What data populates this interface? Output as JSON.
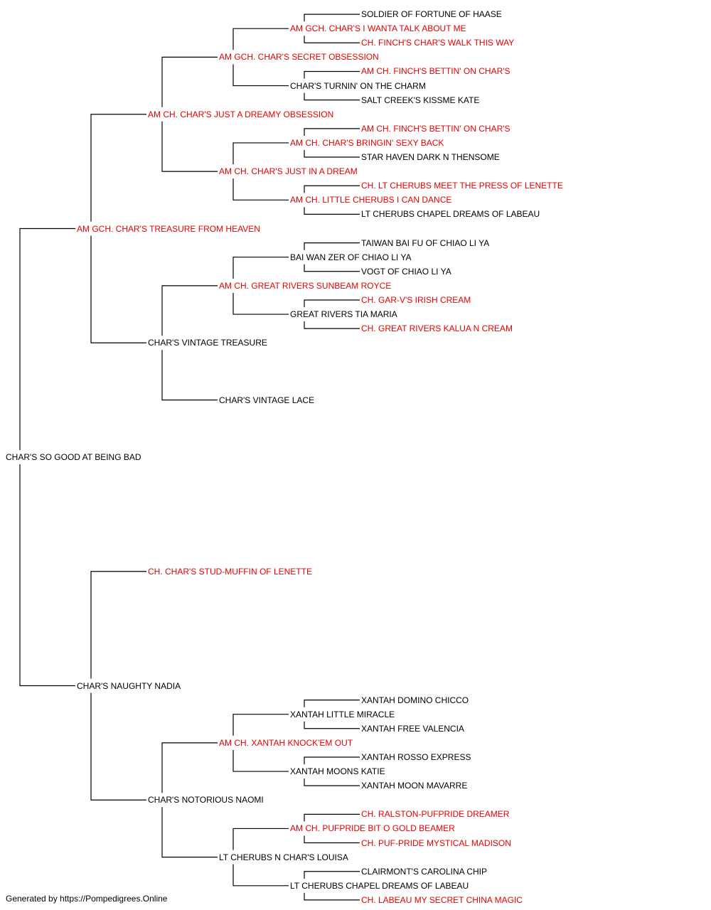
{
  "colors": {
    "champion": "#e60000",
    "normal": "#000000",
    "line": "#000000"
  },
  "pedigree": {
    "name": "CHAR'S SO GOOD AT BEING BAD",
    "champion": false,
    "sire": {
      "name": "AM GCH. CHAR'S TREASURE FROM HEAVEN",
      "champion": true,
      "sire": {
        "name": "AM CH. CHAR'S JUST A DREAMY OBSESSION",
        "champion": true,
        "sire": {
          "name": "AM GCH. CHAR'S SECRET OBSESSION",
          "champion": true,
          "sire": {
            "name": "AM GCH. CHAR'S I WANTA TALK ABOUT ME",
            "champion": true,
            "sire": {
              "name": "SOLDIER OF FORTUNE OF HAASE",
              "champion": false
            },
            "dam": {
              "name": "CH. FINCH'S CHAR'S WALK THIS WAY",
              "champion": true
            }
          },
          "dam": {
            "name": "CHAR'S TURNIN' ON THE CHARM",
            "champion": false,
            "sire": {
              "name": "AM CH. FINCH'S BETTIN' ON CHAR'S",
              "champion": true
            },
            "dam": {
              "name": "SALT CREEK'S KISSME KATE",
              "champion": false
            }
          }
        },
        "dam": {
          "name": "AM CH. CHAR'S JUST IN A DREAM",
          "champion": true,
          "sire": {
            "name": "AM CH. CHAR'S BRINGIN' SEXY BACK",
            "champion": true,
            "sire": {
              "name": "AM CH. FINCH'S BETTIN' ON CHAR'S",
              "champion": true
            },
            "dam": {
              "name": "STAR HAVEN DARK N THENSOME",
              "champion": false
            }
          },
          "dam": {
            "name": "AM CH. LITTLE CHERUBS I CAN DANCE",
            "champion": true,
            "sire": {
              "name": "CH. LT CHERUBS MEET THE PRESS OF LENETTE",
              "champion": true
            },
            "dam": {
              "name": "LT CHERUBS CHAPEL DREAMS OF LABEAU",
              "champion": false
            }
          }
        }
      },
      "dam": {
        "name": "CHAR'S VINTAGE TREASURE",
        "champion": false,
        "sire": {
          "name": "AM CH. GREAT RIVERS SUNBEAM ROYCE",
          "champion": true,
          "sire": {
            "name": "BAI WAN ZER OF CHIAO LI YA",
            "champion": false,
            "sire": {
              "name": "TAIWAN BAI FU OF CHIAO LI YA",
              "champion": false
            },
            "dam": {
              "name": "VOGT OF CHIAO LI YA",
              "champion": false
            }
          },
          "dam": {
            "name": "GREAT RIVERS TIA MARIA",
            "champion": false,
            "sire": {
              "name": "CH. GAR-V'S IRISH CREAM",
              "champion": true
            },
            "dam": {
              "name": "CH. GREAT RIVERS KALUA N CREAM",
              "champion": true
            }
          }
        },
        "dam": {
          "name": "CHAR'S VINTAGE LACE",
          "champion": false
        }
      }
    },
    "dam": {
      "name": "CHAR'S NAUGHTY NADIA",
      "champion": false,
      "sire": {
        "name": "CH. CHAR'S STUD-MUFFIN OF LENETTE",
        "champion": true
      },
      "dam": {
        "name": "CHAR'S NOTORIOUS NAOMI",
        "champion": false,
        "sire": {
          "name": "AM CH. XANTAH KNOCK'EM OUT",
          "champion": true,
          "sire": {
            "name": "XANTAH LITTLE MIRACLE",
            "champion": false,
            "sire": {
              "name": "XANTAH DOMINO CHICCO",
              "champion": false
            },
            "dam": {
              "name": "XANTAH FREE VALENCIA",
              "champion": false
            }
          },
          "dam": {
            "name": "XANTAH MOONS KATIE",
            "champion": false,
            "sire": {
              "name": "XANTAH ROSSO EXPRESS",
              "champion": false
            },
            "dam": {
              "name": "XANTAH MOON MAVARRE",
              "champion": false
            }
          }
        },
        "dam": {
          "name": "LT CHERUBS N CHAR'S LOUISA",
          "champion": false,
          "sire": {
            "name": "AM CH. PUFPRIDE BIT O GOLD BEAMER",
            "champion": true,
            "sire": {
              "name": "CH. RALSTON-PUFPRIDE DREAMER",
              "champion": true
            },
            "dam": {
              "name": "CH. PUF-PRIDE MYSTICAL MADISON",
              "champion": true
            }
          },
          "dam": {
            "name": "LT CHERUBS CHAPEL DREAMS OF LABEAU",
            "champion": false,
            "sire": {
              "name": "CLAIRMONT'S CAROLINA CHIP",
              "champion": false
            },
            "dam": {
              "name": "CH. LABEAU MY SECRET CHINA MAGIC",
              "champion": true
            }
          }
        }
      }
    }
  },
  "footer": {
    "credit": "Generated by https://Pompedigrees.Online"
  }
}
